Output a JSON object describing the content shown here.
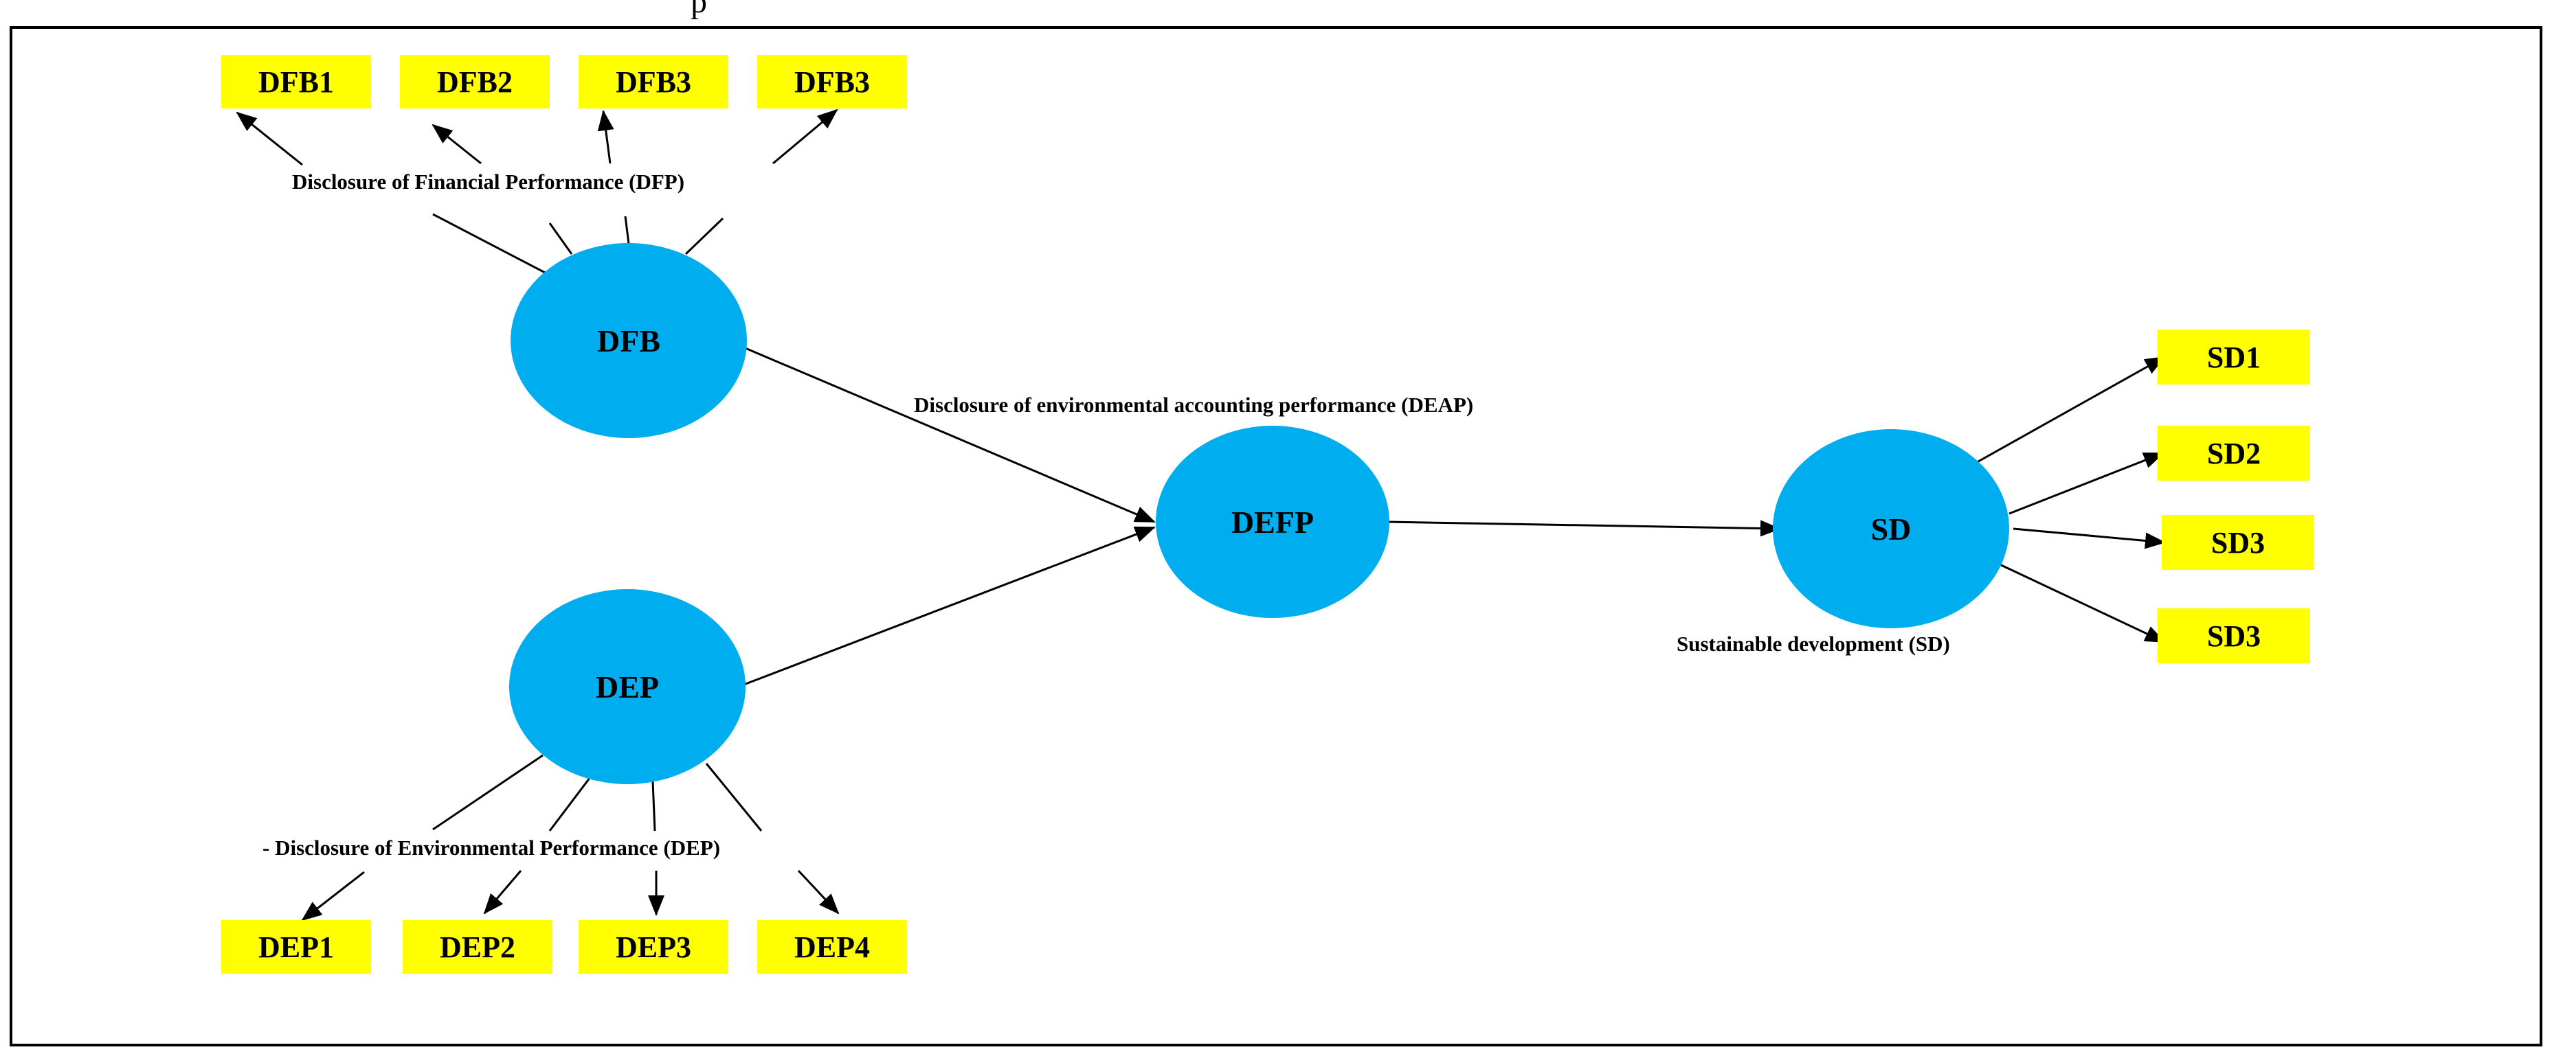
{
  "colors": {
    "node_fill": "#00AEEF",
    "indicator_fill": "#FFFF00",
    "line": "#000000",
    "frame": "#000000"
  },
  "header": {
    "partial_text": "p"
  },
  "nodes": {
    "dfb": {
      "label": "DFB"
    },
    "dep": {
      "label": "DEP"
    },
    "defp": {
      "label": "DEFP"
    },
    "sd": {
      "label": "SD"
    }
  },
  "indicators": {
    "dfb": [
      "DFB1",
      "DFB2",
      "DFB3",
      "DFB3"
    ],
    "dep": [
      "DEP1",
      "DEP2",
      "DEP3",
      "DEP4"
    ],
    "sd": [
      "SD1",
      "SD2",
      "SD3",
      "SD3"
    ]
  },
  "captions": {
    "dfp": "Disclosure of Financial Performance (DFP)",
    "deap": "Disclosure of environmental accounting performance (DEAP)",
    "dep": "-  Disclosure of Environmental Performance (DEP)",
    "sd": "Sustainable development (SD)"
  }
}
